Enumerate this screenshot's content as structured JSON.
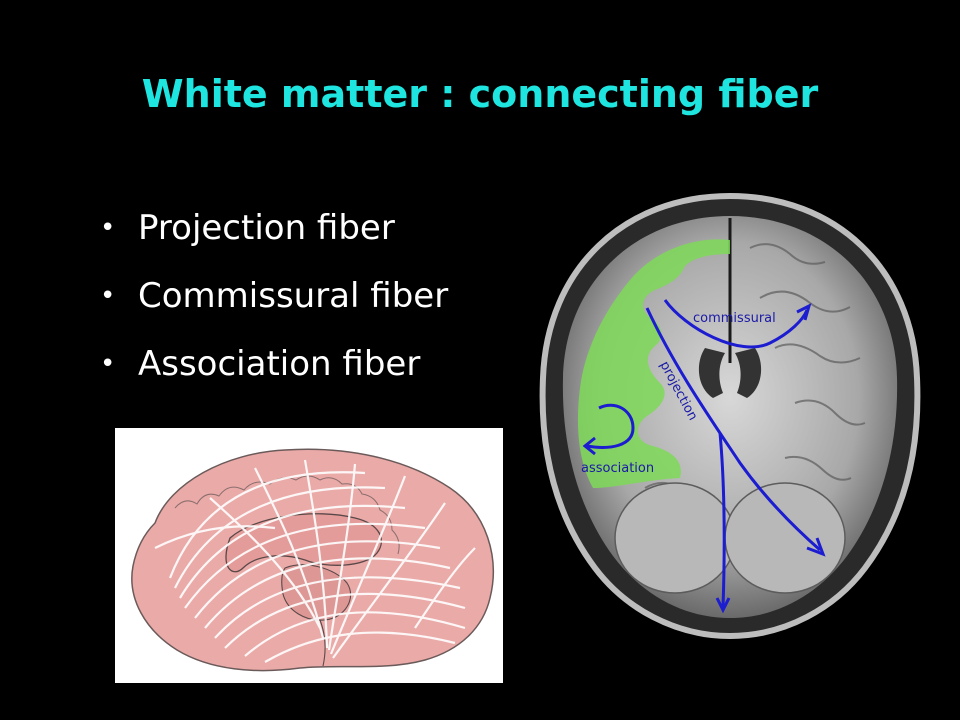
{
  "slide": {
    "title": "White matter : connecting fiber"
  },
  "bullets": [
    {
      "marker": "•",
      "text": "Projection fiber"
    },
    {
      "marker": "•",
      "text": "Commissural fiber"
    },
    {
      "marker": "•",
      "text": "Association fiber"
    }
  ],
  "mri": {
    "labels": {
      "commissural": "commissural",
      "projection": "projection",
      "association": "association"
    },
    "colors": {
      "cortex_highlight": "#7ed957",
      "arrow": "#1c1cd0",
      "label": "#1a1aa8"
    }
  },
  "diagram": {
    "colors": {
      "brain_fill": "#eaaaa8",
      "brain_outline": "#6b5a5a",
      "fiber": "#ffffff"
    }
  },
  "colors": {
    "background": "#000000",
    "title": "#1fe5e0",
    "bullet_text": "#ffffff"
  }
}
